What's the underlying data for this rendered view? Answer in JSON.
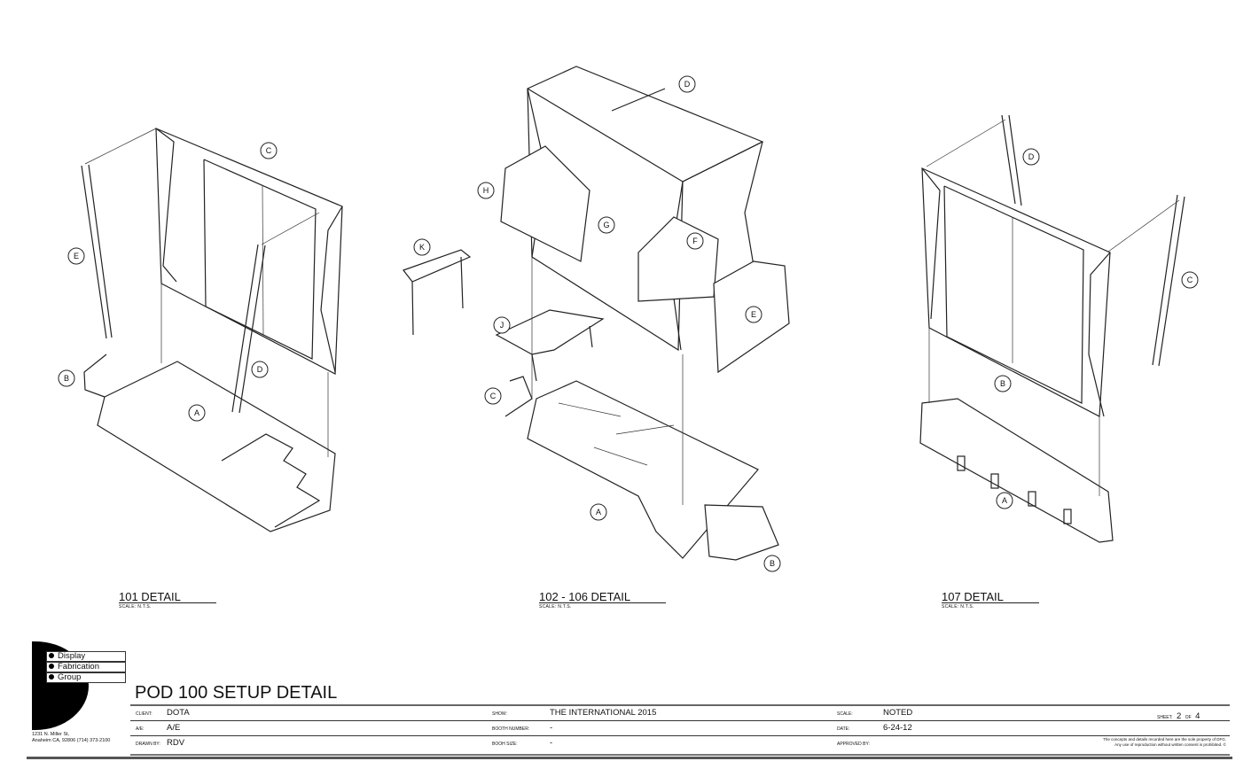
{
  "details": [
    {
      "title": "101 DETAIL",
      "scale": "SCALE: N.T.S."
    },
    {
      "title": "102 - 106 DETAIL",
      "scale": "SCALE: N.T.S."
    },
    {
      "title": "107 DETAIL",
      "scale": "SCALE: N.T.S."
    }
  ],
  "callouts": {
    "d101": {
      "C": "C",
      "E": "E",
      "B": "B",
      "D": "D",
      "A": "A"
    },
    "d102": {
      "D": "D",
      "H": "H",
      "K": "K",
      "G": "G",
      "F": "F",
      "E": "E",
      "J": "J",
      "C": "C",
      "A": "A",
      "B": "B"
    },
    "d107": {
      "D": "D",
      "C": "C",
      "B": "B",
      "A": "A"
    }
  },
  "logo": {
    "line1": "Display",
    "line2": "Fabrication",
    "line3": "Group"
  },
  "address": {
    "line1": "1231 N. Miller St,",
    "line2": "Anaheim CA, 92806 (714) 373-2100"
  },
  "title_block": {
    "title": "POD 100 SETUP DETAIL",
    "client_label": "CLIENT:",
    "client": "DOTA",
    "ae_label": "A/E:",
    "ae": "A/E",
    "drawn_by_label": "DRAWN BY:",
    "drawn_by": "RDV",
    "show_label": "SHOW:",
    "show": "THE INTERNATIONAL 2015",
    "booth_number_label": "BOOTH NUMBER:",
    "booth_number": "-",
    "booth_size_label": "BOOH SIZE:",
    "booth_size": "-",
    "scale_label": "SCALE:",
    "scale": "NOTED",
    "date_label": "DATE:",
    "date": "6-24-12",
    "approved_label": "APPROVED BY:",
    "sheet_label": "SHEET:",
    "sheet": "2",
    "of_label": "OF",
    "sheet_total": "4",
    "notice_line1": "The concepts and details recorded here are the sole property of DFG.",
    "notice_line2": "Any use of reproduction without written consent is prohibited. ©"
  }
}
